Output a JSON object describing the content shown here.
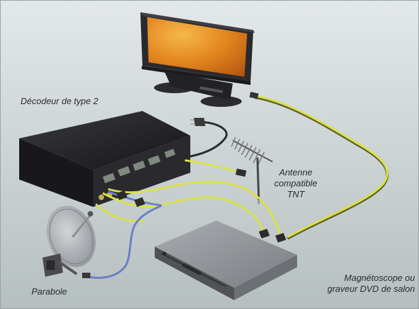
{
  "labels": {
    "decoder": "Décodeur de type 2",
    "antenna": [
      "Antenne",
      "compatible",
      "TNT"
    ],
    "dish": "Parabole",
    "vcr": [
      "Magnétoscope ou",
      "graveur DVD de salon"
    ]
  },
  "colors": {
    "background_top": "#dfe5e6",
    "background_bottom": "#b9c2c3",
    "yellow_cable": "#d8e24a",
    "blue_cable": "#6b7fc4",
    "black_cable": "#2b2b2b",
    "decoder_body": "#1f1f22",
    "vcr_body": "#8d9094",
    "tv_frame": "#26262a",
    "tv_screen": "#d77a1c"
  }
}
